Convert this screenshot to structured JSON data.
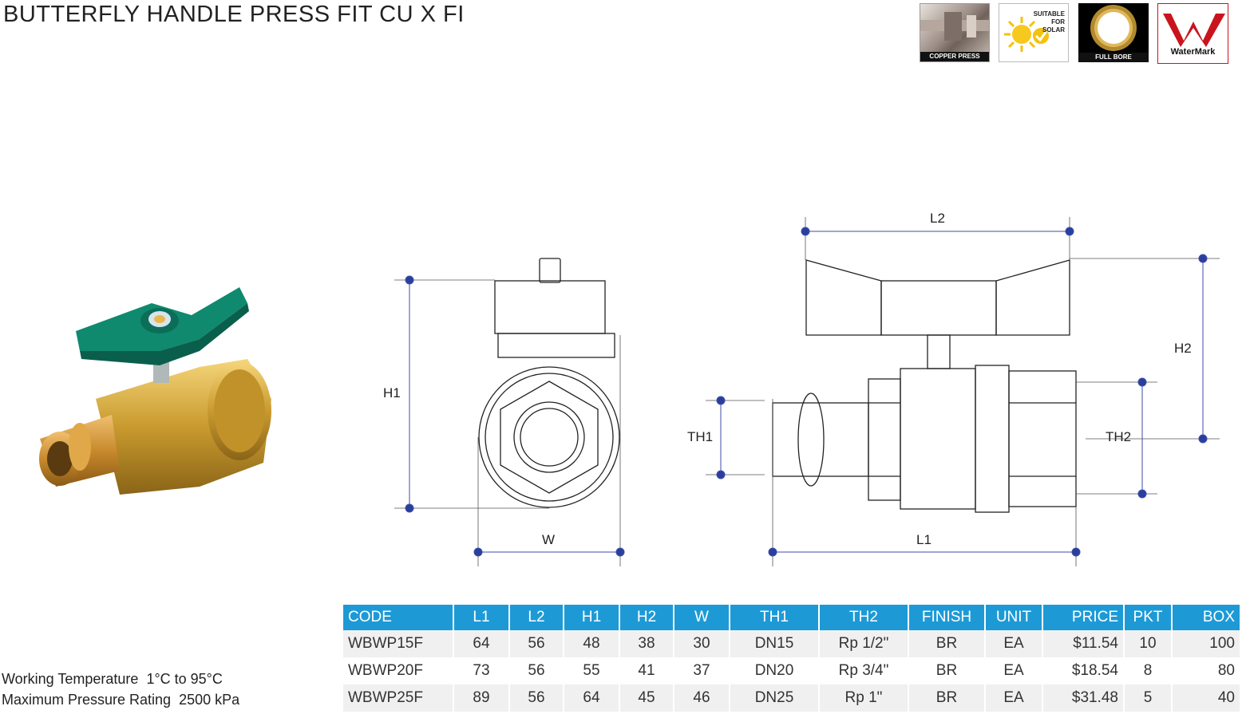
{
  "title": "BUTTERFLY HANDLE PRESS FIT CU X FI",
  "badges": {
    "copper_press": "COPPER PRESS",
    "solar_line1": "SUITABLE",
    "solar_line2": "FOR",
    "solar_line3": "SOLAR",
    "full_bore": "FULL BORE",
    "watermark": "WaterMark"
  },
  "colors": {
    "table_header": "#1d9ad6",
    "dim_dot": "#2a3f9d",
    "watermark_red": "#c9141e",
    "handle_green": "#0f8a6e"
  },
  "dimensions": {
    "h1": "H1",
    "w": "W",
    "l1": "L1",
    "l2": "L2",
    "h2": "H2",
    "th1": "TH1",
    "th2": "TH2"
  },
  "specs": {
    "temp_label": "Working Temperature",
    "temp_value": "1°C to 95°C",
    "pressure_label": "Maximum Pressure Rating",
    "pressure_value": "2500 kPa"
  },
  "table": {
    "headers": [
      "CODE",
      "L1",
      "L2",
      "H1",
      "H2",
      "W",
      "TH1",
      "TH2",
      "FINISH",
      "UNIT",
      "PRICE",
      "PKT",
      "BOX"
    ],
    "rows": [
      [
        "WBWP15F",
        "64",
        "56",
        "48",
        "38",
        "30",
        "DN15",
        "Rp 1/2\"",
        "BR",
        "EA",
        "$11.54",
        "10",
        "100"
      ],
      [
        "WBWP20F",
        "73",
        "56",
        "55",
        "41",
        "37",
        "DN20",
        "Rp 3/4\"",
        "BR",
        "EA",
        "$18.54",
        "8",
        "80"
      ],
      [
        "WBWP25F",
        "89",
        "56",
        "64",
        "45",
        "46",
        "DN25",
        "Rp 1\"",
        "BR",
        "EA",
        "$31.48",
        "5",
        "40"
      ]
    ]
  }
}
